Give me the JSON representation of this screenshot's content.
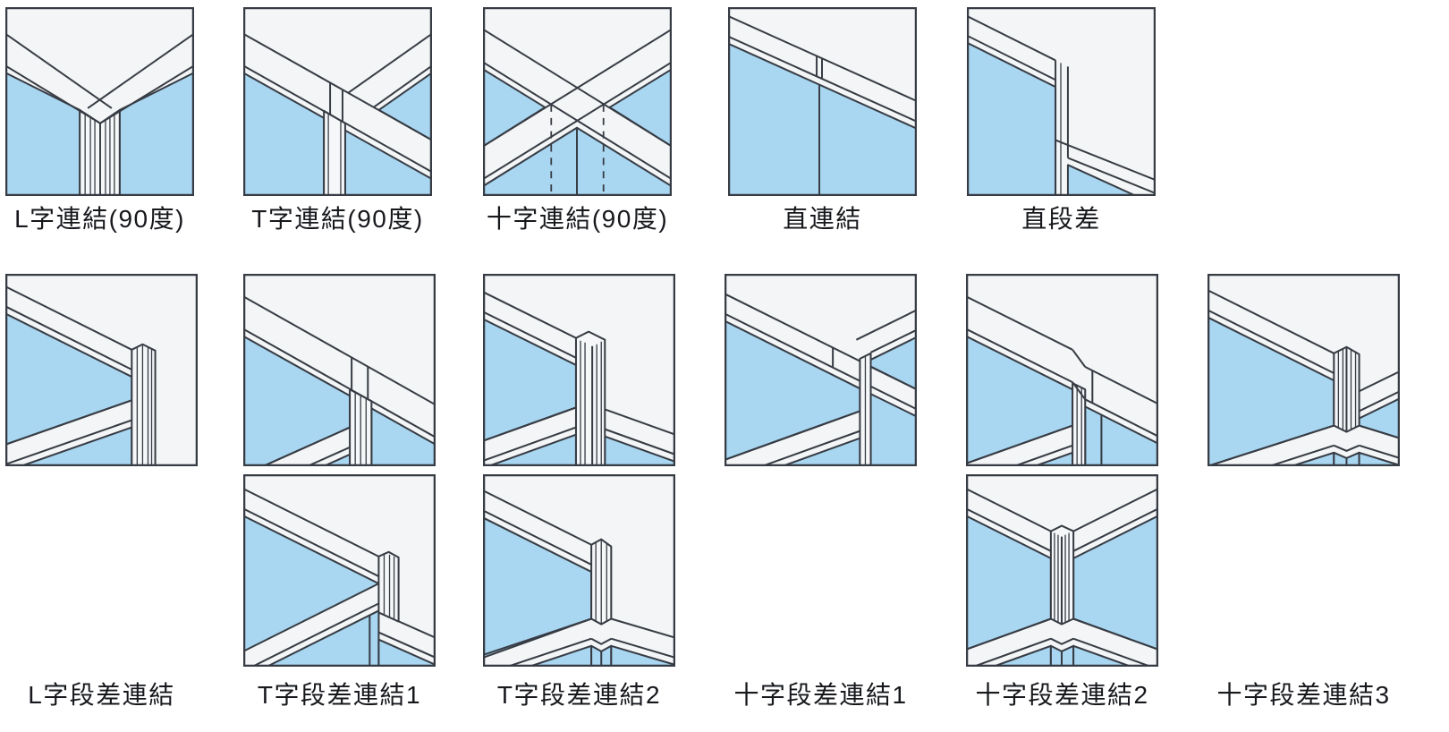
{
  "palette": {
    "panel_blue": "#a9d6f1",
    "cap_white": "#f6f7f9",
    "surface_gray": "#f3f5f6",
    "line_dark": "#373c44",
    "label_text": "#16181c",
    "background": "#ffffff"
  },
  "figures": [
    {
      "id": "l-90",
      "label": "L字連結(90度)"
    },
    {
      "id": "t-90",
      "label": "T字連結(90度)"
    },
    {
      "id": "x-90",
      "label": "十字連結(90度)"
    },
    {
      "id": "straight",
      "label": "直連結"
    },
    {
      "id": "straight-step",
      "label": "直段差"
    },
    {
      "id": "l-step",
      "label": "L字段差連結"
    },
    {
      "id": "t-step-1",
      "label": "T字段差連結1"
    },
    {
      "id": "t-step-2",
      "label": "T字段差連結2"
    },
    {
      "id": "x-step-1",
      "label": "十字段差連結1"
    },
    {
      "id": "x-step-2",
      "label": "十字段差連結2"
    },
    {
      "id": "x-step-3",
      "label": "十字段差連結3"
    }
  ]
}
